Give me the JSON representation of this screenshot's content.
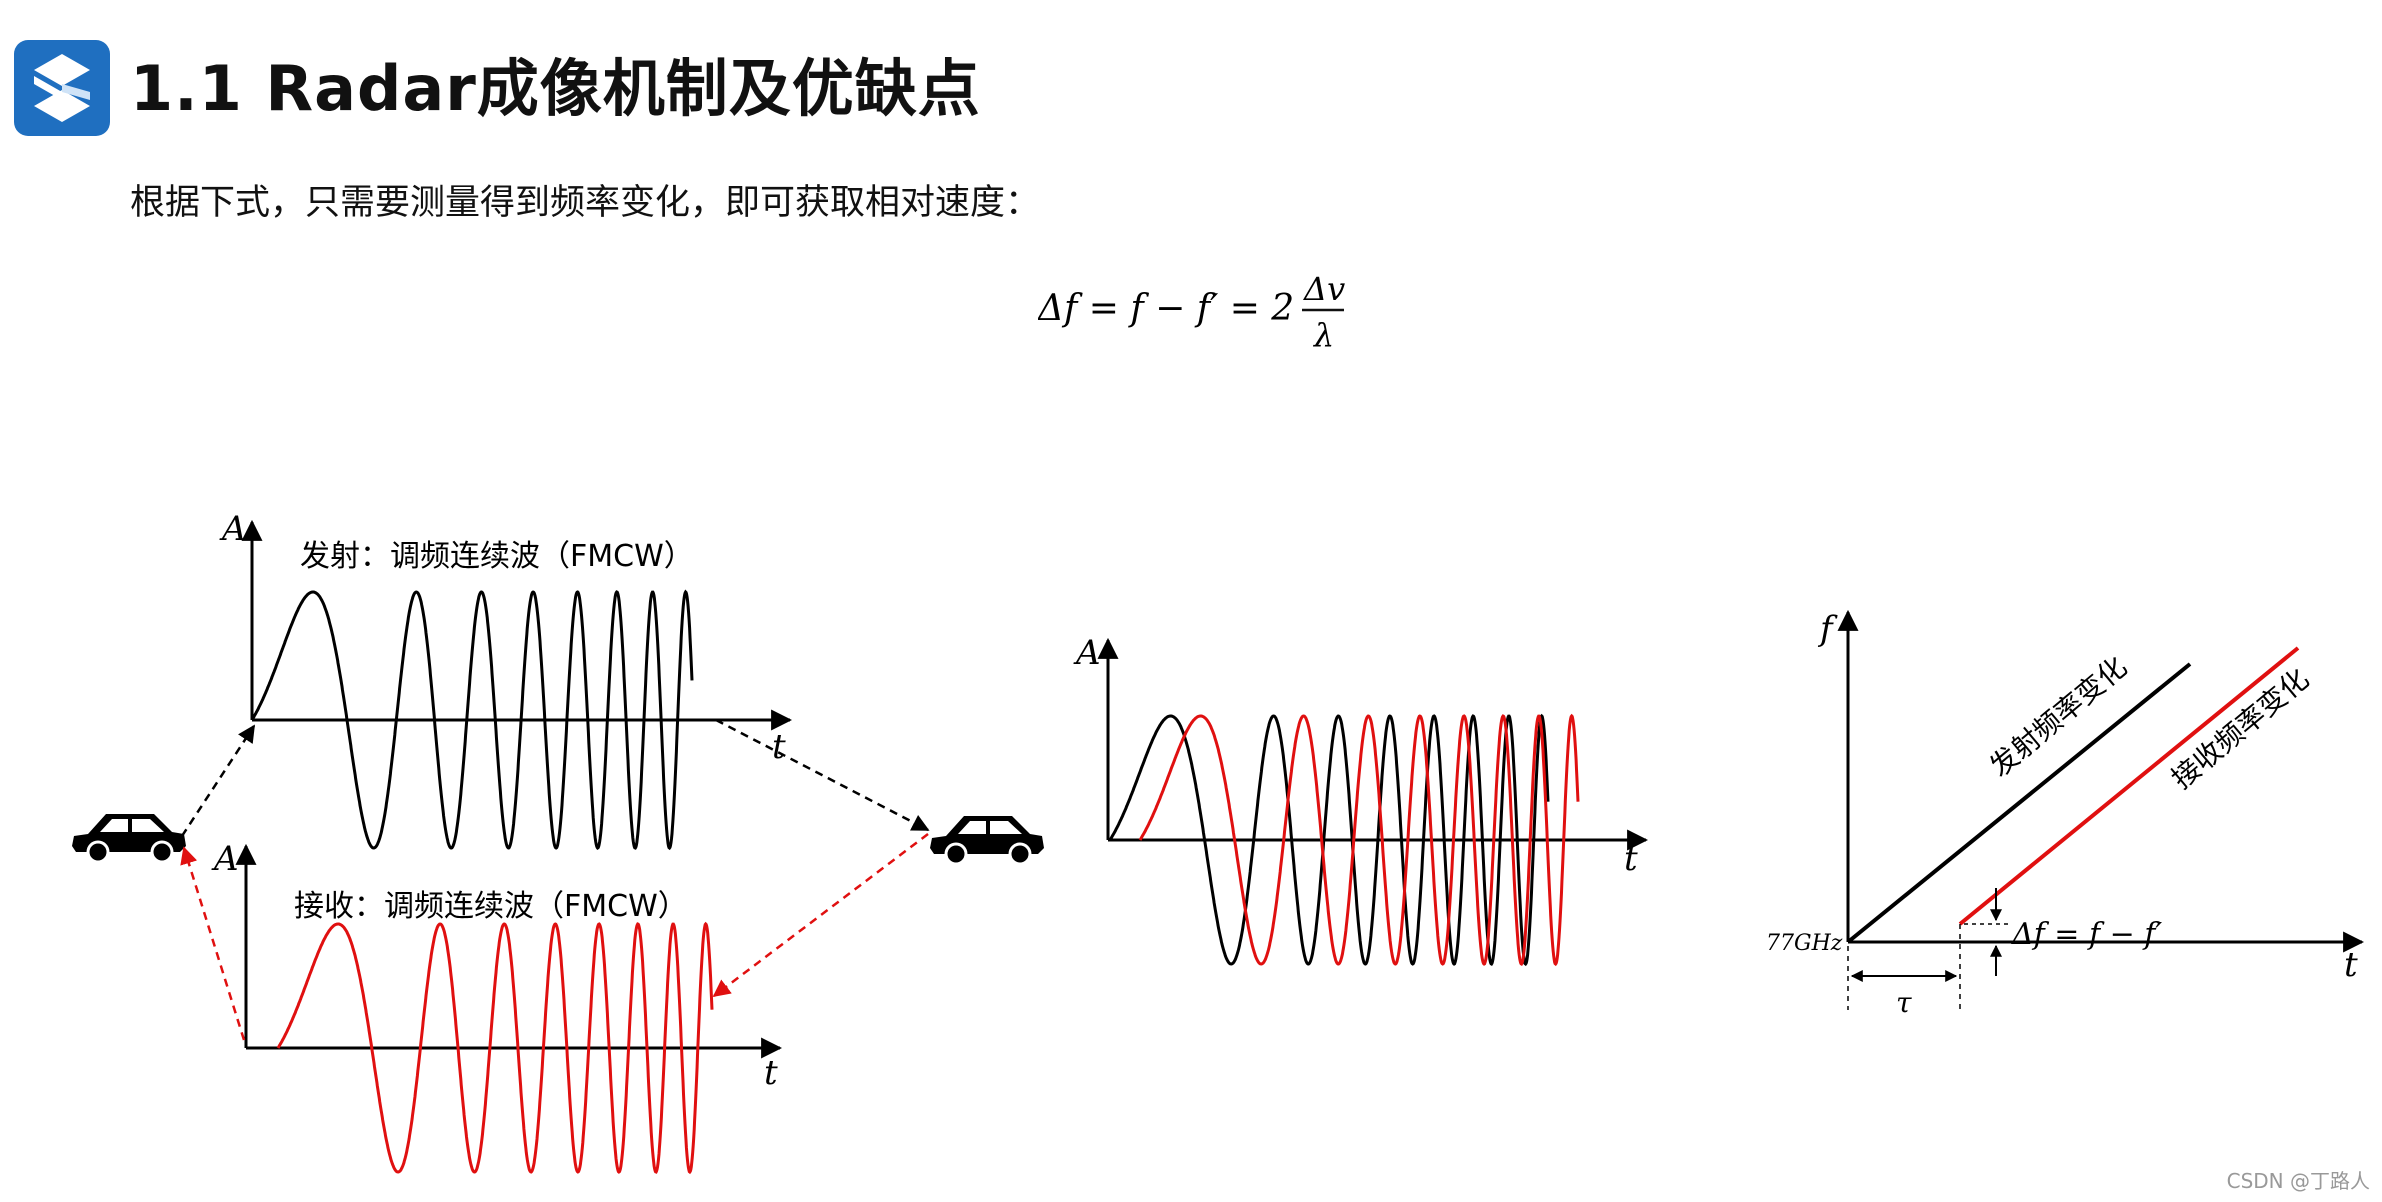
{
  "header": {
    "title": "1.1 Radar成像机制及优缺点",
    "brand_color": "#1f6fc0"
  },
  "intro": "根据下式，只需要测量得到频率变化，即可获取相对速度：",
  "formula": {
    "lhs": "Δf = f − f′ = 2",
    "numerator": "Δv",
    "denominator": "λ"
  },
  "left_diagram": {
    "tx_axis_y": "A",
    "tx_axis_x": "t",
    "tx_label": "发射：调频连续波（FMCW）",
    "rx_axis_y": "A",
    "rx_axis_x": "t",
    "rx_label": "接收：调频连续波（FMCW）",
    "tx_color": "#000000",
    "rx_color": "#e01010"
  },
  "middle_diagram": {
    "axis_y": "A",
    "axis_x": "t"
  },
  "right_diagram": {
    "axis_y": "f",
    "axis_x": "t",
    "start_freq": "77GHz",
    "tx_line_label": "发射频率变化",
    "rx_line_label": "接收频率变化",
    "delay_label": "τ",
    "delta_label": "Δf = f − f′"
  },
  "watermark": "CSDN @丁路人"
}
